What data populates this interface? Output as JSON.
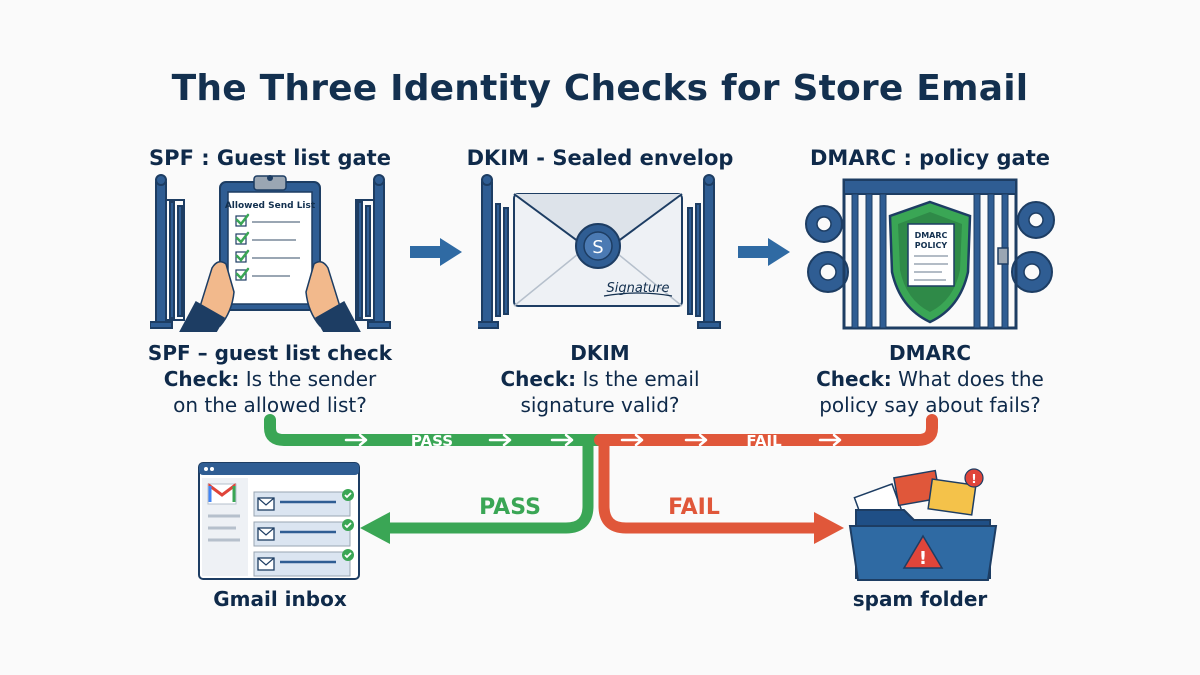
{
  "title": "The Three Identity Checks for Store Email",
  "stages": [
    {
      "heading": "SPF : Guest list gate",
      "icon_label": "Allowed Send List",
      "name": "SPF – guest list check",
      "check_prefix": "Check:",
      "check_text_1": " Is the sender",
      "check_text_2": "on the allowed list?",
      "icon": "clipboard-gate-icon"
    },
    {
      "heading": "DKIM - Sealed envelop",
      "icon_label": "Signature",
      "seal_letter": "S",
      "name": "DKIM",
      "check_prefix": "Check:",
      "check_text_1": " Is the email",
      "check_text_2": "signature valid?",
      "icon": "sealed-envelope-icon"
    },
    {
      "heading": "DMARC : policy gate",
      "icon_label_1": "DMARC",
      "icon_label_2": "POLICY",
      "name": "DMARC",
      "check_prefix": "Check:",
      "check_text_1": " What does the",
      "check_text_2": "policy say about fails?",
      "icon": "shield-gate-icon"
    }
  ],
  "flow": {
    "pass_label": "PASS",
    "fail_label": "FAIL",
    "pass_branch_label": "PASS",
    "fail_branch_label": "FAIL"
  },
  "destinations": {
    "inbox": {
      "label": "Gmail inbox",
      "icon": "gmail-inbox-icon"
    },
    "spam": {
      "label": "spam folder",
      "icon": "spam-folder-icon"
    }
  },
  "colors": {
    "navy": "#13304f",
    "gate_blue": "#2f5d93",
    "pass_green": "#3aa655",
    "fail_orange": "#e0573a"
  }
}
